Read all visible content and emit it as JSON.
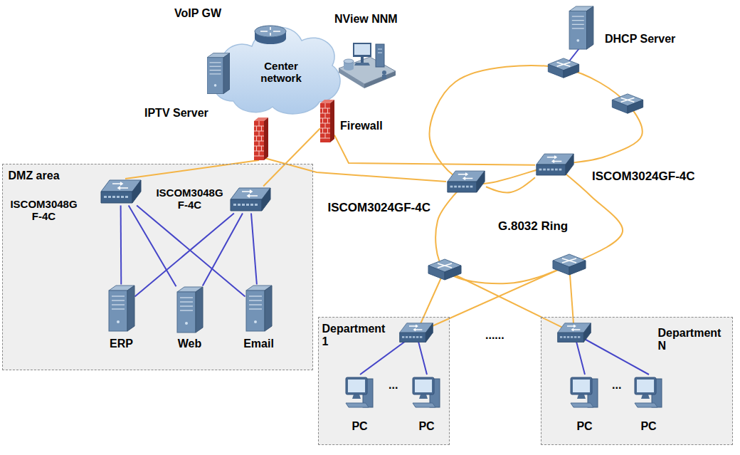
{
  "diagram": {
    "nodes": [
      {
        "text": [
          "Center network"
        ]
      },
      {
        "text": [
          "VoIP GW"
        ]
      },
      {
        "text": [
          "NView NNM"
        ]
      },
      {
        "text": [
          "IPTV Server"
        ]
      },
      {
        "text": [
          "Firewall"
        ]
      },
      {
        "text": [
          "DHCP Server"
        ]
      },
      {
        "text": [
          "DMZ area"
        ]
      },
      {
        "text": [
          "ISCOM3048G F-4C"
        ],
        "in": 6
      },
      {
        "text": [
          "ISCOM3048G F-4C"
        ],
        "in": 6
      },
      {
        "text": [
          "ERP"
        ],
        "in": 6
      },
      {
        "text": [
          "Web"
        ],
        "in": 6
      },
      {
        "text": [
          "Email"
        ],
        "in": 6
      },
      {
        "text": [
          "ISCOM3024GF-4C"
        ]
      },
      {
        "text": [
          "ISCOM3024GF-4C"
        ]
      },
      {
        "text": [
          "Department 1"
        ]
      },
      {
        "text": [
          "PC"
        ],
        "in": 14
      },
      {
        "text": [
          "PC"
        ],
        "in": 14
      },
      {
        "text": [
          "Department N"
        ]
      },
      {
        "text": [
          "PC"
        ],
        "in": 17
      },
      {
        "text": [
          "PC"
        ],
        "in": 17
      }
    ],
    "edges": [
      {
        "from": 7,
        "to": 9,
        "arrow": "none"
      },
      {
        "from": 7,
        "to": 10,
        "arrow": "none"
      },
      {
        "from": 7,
        "to": 11,
        "arrow": "none"
      },
      {
        "from": 8,
        "to": 9,
        "arrow": "none"
      },
      {
        "from": 8,
        "to": 10,
        "arrow": "none"
      },
      {
        "from": 8,
        "to": 11,
        "arrow": "none"
      },
      {
        "from": 8,
        "to": 4,
        "arrow": "none"
      },
      {
        "from": 4,
        "to": 13,
        "arrow": "none"
      },
      {
        "from": 12,
        "to": 13,
        "arrow": "none"
      }
    ],
    "labels": [
      "G.8032 Ring",
      "......",
      "...",
      "..."
    ]
  }
}
